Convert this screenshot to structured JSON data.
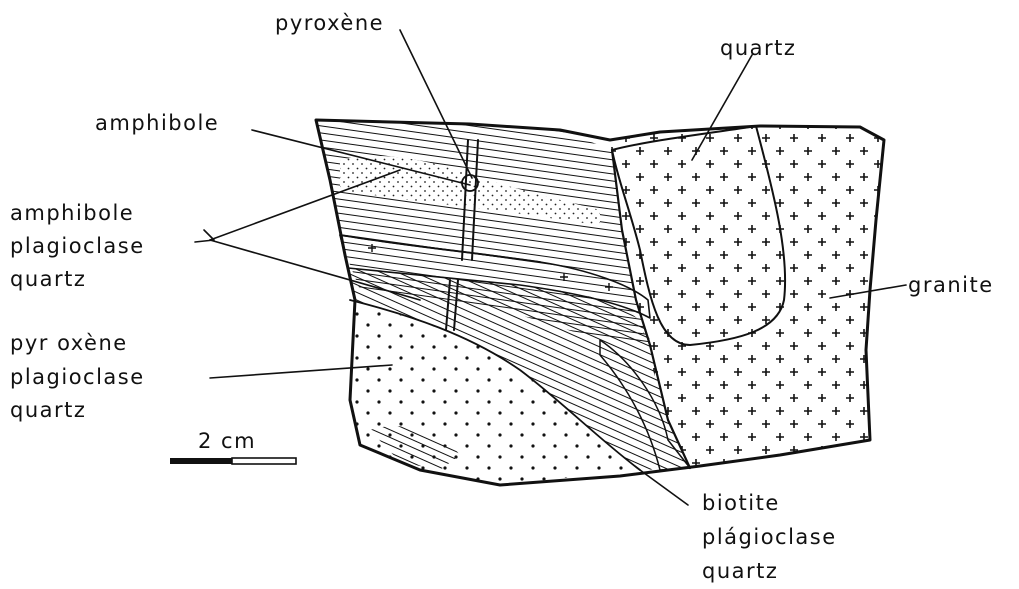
{
  "labels": {
    "pyroxene": "pyroxène",
    "quartz": "quartz",
    "amphibole": "amphibole",
    "amph_plag_qtz": [
      "amphibole",
      "plagioclase",
      "quartz"
    ],
    "granite": "granite",
    "pyx_plag_qtz": [
      "pyr oxène",
      "plagioclase",
      "quartz"
    ],
    "bio_plag_qtz": [
      "biotite",
      "plágioclase",
      "quartz"
    ]
  },
  "scale_bar": {
    "label": "2 cm"
  }
}
